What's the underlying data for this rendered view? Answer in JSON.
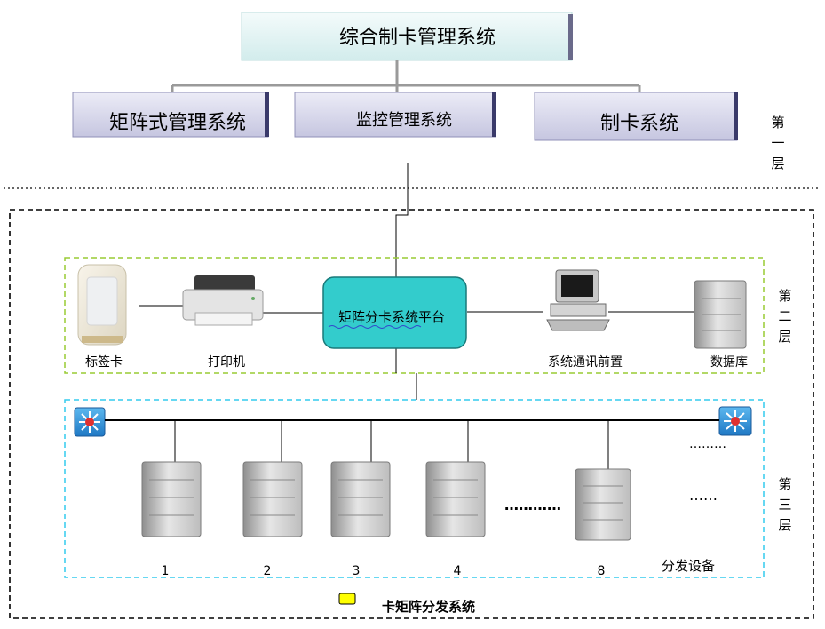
{
  "top": {
    "main_system": "综合制卡管理系统",
    "sub_systems": [
      "矩阵式管理系统",
      "监控管理系统",
      "制卡系统"
    ]
  },
  "layers": {
    "layer1": [
      "第",
      "一",
      "层"
    ],
    "layer2": [
      "第",
      "二",
      "层"
    ],
    "layer3": [
      "第",
      "三",
      "层"
    ]
  },
  "layer2": {
    "platform": "矩阵分卡系统平台",
    "tag_card": "标签卡",
    "printer": "打印机",
    "comm_frontend": "系统通讯前置",
    "database": "数据库"
  },
  "layer3": {
    "server_labels": [
      "1",
      "2",
      "3",
      "4",
      "8"
    ],
    "ellipsis_middle": "…………",
    "ellipsis_top": "………",
    "ellipsis_side": "……",
    "caption": "分发设备"
  },
  "legend": {
    "label": "卡矩阵分发系统",
    "color": "#ffff00"
  },
  "colors": {
    "platform_fill": "#33cccc",
    "dash_green": "#99cc33",
    "dash_cyan": "#33ccee",
    "subsystem_fill": "#d8d8ec",
    "main_fill": "#e6f6f6",
    "switch_blue": "#2a8fd6"
  }
}
